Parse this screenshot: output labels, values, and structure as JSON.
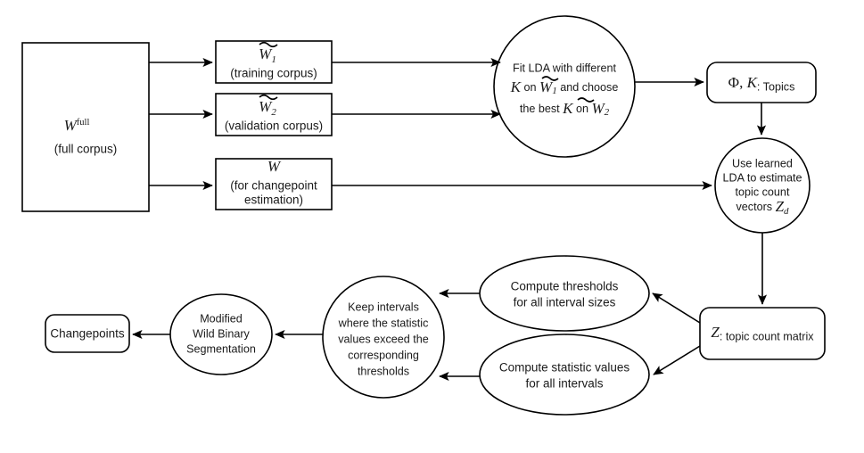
{
  "diagram": {
    "title": "LDA changepoint detection pipeline flowchart",
    "background_color": "#ffffff",
    "stroke_color": "#000000",
    "text_color": "#1a1a1a",
    "nodes": {
      "w_full": {
        "shape": "rectangle",
        "math": "W",
        "superscript": "full",
        "caption": "(full corpus)"
      },
      "w_tilde_1": {
        "shape": "rectangle",
        "math": "W",
        "subscript": "1",
        "accent": "tilde",
        "caption": "(training corpus)"
      },
      "w_tilde_2": {
        "shape": "rectangle",
        "math": "W",
        "subscript": "2",
        "accent": "tilde",
        "caption": "(validation corpus)"
      },
      "w_changepoint": {
        "shape": "rectangle",
        "math": "W",
        "caption_line1": "(for changepoint",
        "caption_line2": "estimation)"
      },
      "fit_lda": {
        "shape": "circle",
        "line1": "Fit LDA with different",
        "line2_pre": "",
        "line2_math1": "K",
        "line2_mid": " on ",
        "line2_math2": "W",
        "line2_sub2": "1",
        "line2_post": " and choose",
        "line3_pre": "the best ",
        "line3_math1": "K",
        "line3_mid": " on ",
        "line3_math2": "W",
        "line3_sub2": "2"
      },
      "phi_k_topics": {
        "shape": "rounded-rectangle",
        "math1": "Φ",
        "separator": ", ",
        "math2": "K",
        "label": ": Topics"
      },
      "use_learned_lda": {
        "shape": "circle",
        "line1": "Use learned",
        "line2": "LDA to estimate",
        "line3": "topic count",
        "line4_pre": "vectors ",
        "line4_math": "Z",
        "line4_sub": "d"
      },
      "z_matrix": {
        "shape": "rounded-rectangle",
        "math": "Z",
        "label": ": topic count matrix"
      },
      "compute_thresholds": {
        "shape": "ellipse",
        "line1": "Compute thresholds",
        "line2": "for all interval sizes"
      },
      "compute_statistics": {
        "shape": "ellipse",
        "line1": "Compute statistic values",
        "line2": "for all intervals"
      },
      "keep_intervals": {
        "shape": "circle",
        "line1": "Keep intervals",
        "line2": "where the statistic",
        "line3": "values exceed the",
        "line4": "corresponding",
        "line5": "thresholds"
      },
      "mwbs": {
        "shape": "ellipse",
        "line1": "Modified",
        "line2": "Wild Binary",
        "line3": "Segmentation"
      },
      "changepoints": {
        "shape": "rounded-rectangle",
        "label": "Changepoints"
      }
    },
    "edges": [
      {
        "from": "w_full",
        "to": "w_tilde_1"
      },
      {
        "from": "w_full",
        "to": "w_tilde_2"
      },
      {
        "from": "w_full",
        "to": "w_changepoint"
      },
      {
        "from": "w_tilde_1",
        "to": "fit_lda"
      },
      {
        "from": "w_tilde_2",
        "to": "fit_lda"
      },
      {
        "from": "fit_lda",
        "to": "phi_k_topics"
      },
      {
        "from": "phi_k_topics",
        "to": "use_learned_lda"
      },
      {
        "from": "w_changepoint",
        "to": "use_learned_lda"
      },
      {
        "from": "use_learned_lda",
        "to": "z_matrix"
      },
      {
        "from": "z_matrix",
        "to": "compute_thresholds"
      },
      {
        "from": "z_matrix",
        "to": "compute_statistics"
      },
      {
        "from": "compute_thresholds",
        "to": "keep_intervals"
      },
      {
        "from": "compute_statistics",
        "to": "keep_intervals"
      },
      {
        "from": "keep_intervals",
        "to": "mwbs"
      },
      {
        "from": "mwbs",
        "to": "changepoints"
      }
    ]
  }
}
